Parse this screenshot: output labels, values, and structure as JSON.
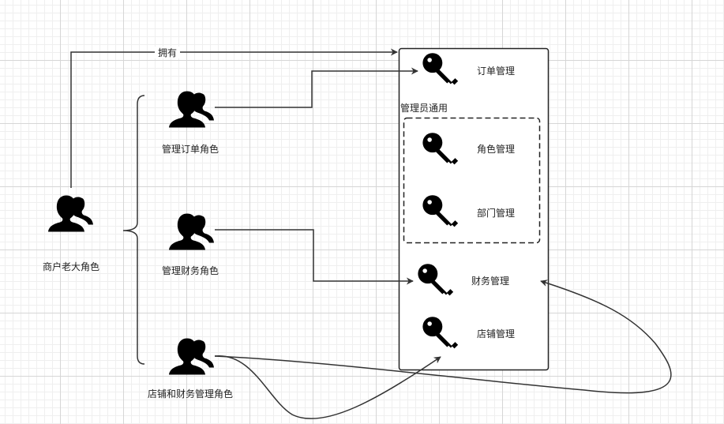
{
  "edge_label_owns": "拥有",
  "roles": {
    "owner": "商户老大角色",
    "order_role": "管理订单角色",
    "finance_role": "管理财务角色",
    "store_finance_role": "店铺和财务管理角色"
  },
  "permissions": {
    "order_mgmt": "订单管理",
    "admin_common": "管理员通用",
    "role_mgmt": "角色管理",
    "dept_mgmt": "部门管理",
    "finance_mgmt": "财务管理",
    "store_mgmt": "店铺管理"
  },
  "icons": {
    "role": "users-icon",
    "permission": "key-icon"
  },
  "colors": {
    "stroke": "#333333",
    "icon": "#000000",
    "text": "#222222"
  }
}
